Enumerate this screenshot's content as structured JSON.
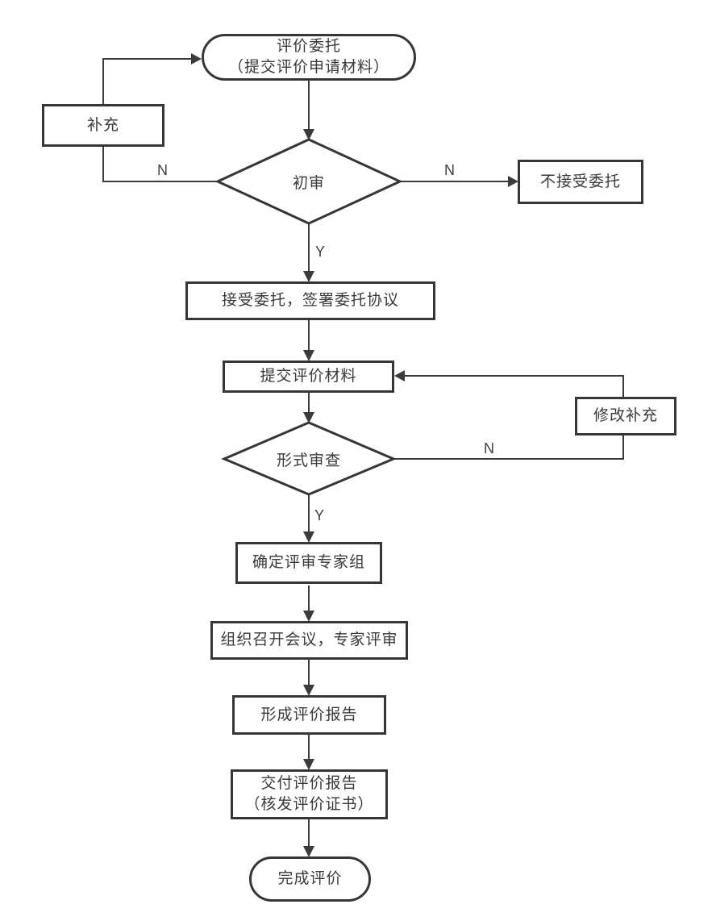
{
  "diagram": {
    "type": "flowchart",
    "colors": {
      "stroke": "#3b3b3b",
      "node_fill": "#ffffff",
      "text": "#3a3a3a"
    },
    "nodes": {
      "start": {
        "shape": "terminator",
        "line1": "评价委托",
        "line2": "（提交评价申请材料）"
      },
      "supplement": {
        "shape": "process",
        "label": "补充"
      },
      "review1": {
        "shape": "decision",
        "label": "初审"
      },
      "reject": {
        "shape": "process",
        "label": "不接受委托"
      },
      "accept": {
        "shape": "process",
        "label": "接受委托，签署委托协议"
      },
      "submit": {
        "shape": "process",
        "label": "提交评价材料"
      },
      "revise": {
        "shape": "process",
        "label": "修改补充"
      },
      "review2": {
        "shape": "decision",
        "label": "形式审查"
      },
      "panel": {
        "shape": "process",
        "label": "确定评审专家组"
      },
      "meeting": {
        "shape": "process",
        "label": "组织召开会议，专家评审"
      },
      "report": {
        "shape": "process",
        "label": "形成评价报告"
      },
      "deliver": {
        "shape": "process",
        "line1": "交付评价报告",
        "line2": "（核发评价证书）"
      },
      "end": {
        "shape": "terminator",
        "label": "完成评价"
      }
    },
    "edge_labels": {
      "review1_no_left": "N",
      "review1_no_right": "N",
      "review1_yes": "Y",
      "review2_no": "N",
      "review2_yes": "Y"
    },
    "edges": [
      {
        "from": "start",
        "to": "review1",
        "label": ""
      },
      {
        "from": "review1",
        "to": "supplement",
        "label": "N"
      },
      {
        "from": "supplement",
        "to": "start",
        "label": ""
      },
      {
        "from": "review1",
        "to": "reject",
        "label": "N"
      },
      {
        "from": "review1",
        "to": "accept",
        "label": "Y"
      },
      {
        "from": "accept",
        "to": "submit",
        "label": ""
      },
      {
        "from": "submit",
        "to": "review2",
        "label": ""
      },
      {
        "from": "review2",
        "to": "revise",
        "label": "N"
      },
      {
        "from": "revise",
        "to": "submit",
        "label": ""
      },
      {
        "from": "review2",
        "to": "panel",
        "label": "Y"
      },
      {
        "from": "panel",
        "to": "meeting",
        "label": ""
      },
      {
        "from": "meeting",
        "to": "report",
        "label": ""
      },
      {
        "from": "report",
        "to": "deliver",
        "label": ""
      },
      {
        "from": "deliver",
        "to": "end",
        "label": ""
      }
    ]
  }
}
